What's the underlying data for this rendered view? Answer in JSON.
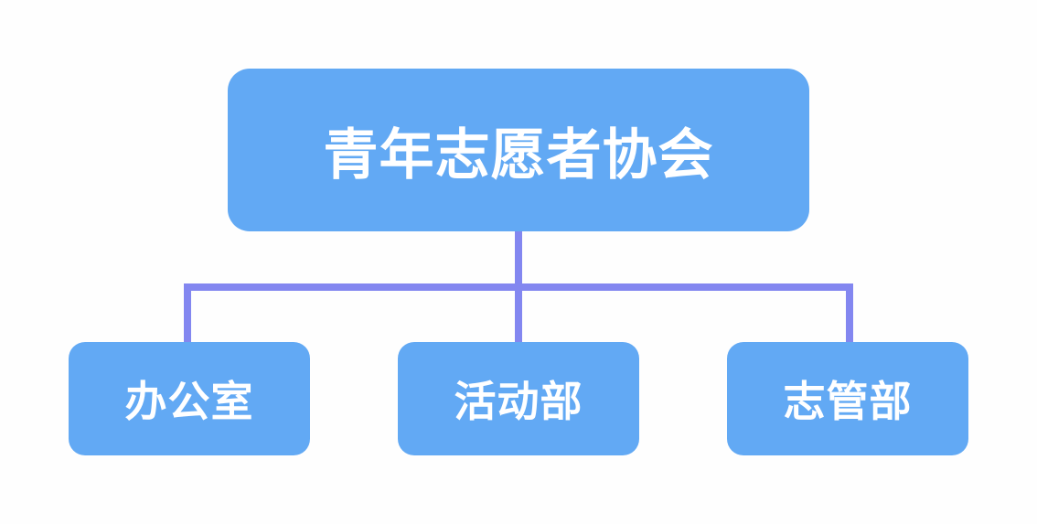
{
  "root": {
    "label": "青年志愿者协会"
  },
  "children": [
    {
      "label": "办公室"
    },
    {
      "label": "活动部"
    },
    {
      "label": "志管部"
    }
  ],
  "colors": {
    "node_fill": "#62a9f4",
    "connector": "#8387f0",
    "text": "#ffffff",
    "background": "#fefefe"
  }
}
